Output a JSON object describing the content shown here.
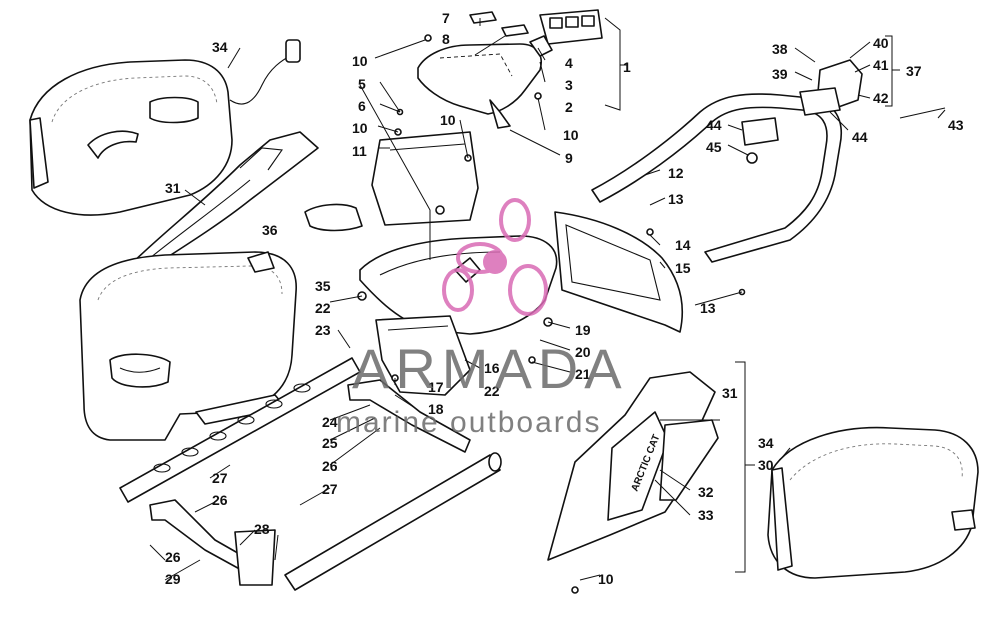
{
  "diagram": {
    "watermark": {
      "brand": "ARMADA",
      "tagline": "marine outboards",
      "color_text": "#6b6b6b",
      "color_logo": "#d96ab4"
    },
    "decal_text": "ARCTIC CAT",
    "callouts": {
      "c1": "1",
      "c2": "2",
      "c3": "3",
      "c4": "4",
      "c5": "5",
      "c6": "6",
      "c7": "7",
      "c8": "8",
      "c9": "9",
      "c10a": "10",
      "c10b": "10",
      "c10c": "10",
      "c10d": "10",
      "c10e": "10",
      "c11": "11",
      "c12": "12",
      "c13a": "13",
      "c13b": "13",
      "c14": "14",
      "c15": "15",
      "c16": "16",
      "c17": "17",
      "c18": "18",
      "c19": "19",
      "c20": "20",
      "c21": "21",
      "c22a": "22",
      "c22b": "22",
      "c23": "23",
      "c24": "24",
      "c25": "25",
      "c26a": "26",
      "c26b": "26",
      "c26c": "26",
      "c27a": "27",
      "c27b": "27",
      "c28": "28",
      "c29": "29",
      "c30": "30",
      "c31a": "31",
      "c31b": "31",
      "c32": "32",
      "c33": "33",
      "c34a": "34",
      "c34b": "34",
      "c35": "35",
      "c36": "36",
      "c37": "37",
      "c38": "38",
      "c39": "39",
      "c40": "40",
      "c41": "41",
      "c42": "42",
      "c43": "43",
      "c44a": "44",
      "c44b": "44",
      "c45": "45"
    }
  }
}
